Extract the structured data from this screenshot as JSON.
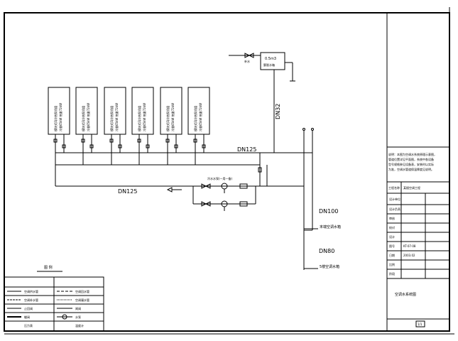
{
  "drawing": {
    "tank": {
      "capacity": "0.5m3",
      "name": "膨胀水箱"
    },
    "makeup_label": "补水",
    "riser_label": "DN32",
    "supply_pipe_label": "DN125",
    "return_pipe_label": "DN125",
    "pump_group_label": "冷水水泵(一用一备)",
    "chillers": [
      {
        "line1": "模块式风冷热泵机组",
        "line2": "冷量65kW 热量72kW"
      },
      {
        "line1": "模块式风冷热泵机组",
        "line2": "冷量65kW 热量72kW"
      },
      {
        "line1": "模块式风冷热泵机组",
        "line2": "冷量65kW 热量72kW"
      },
      {
        "line1": "模块式风冷热泵机组",
        "line2": "冷量65kW 热量72kW"
      },
      {
        "line1": "模块式风冷热泵机组",
        "line2": "冷量65kW 热量72kW"
      },
      {
        "line1": "模块式风冷热泵机组",
        "line2": "冷量65kW 热量72kW"
      }
    ],
    "branches": [
      {
        "size": "DN100",
        "label": "末端空调水箱"
      },
      {
        "size": "DN80",
        "label": "5楼空调水箱"
      }
    ]
  },
  "legend": {
    "title": "图 例",
    "rows": [
      {
        "left": "空调供水管",
        "right": "空调回水管"
      },
      {
        "left": "空调补水管",
        "right": "空调凝水管"
      },
      {
        "left": "止回阀",
        "right": "闸阀"
      },
      {
        "left": "蝶阀",
        "right": "水泵"
      },
      {
        "left": "压力表",
        "right": "温度计"
      }
    ]
  },
  "title_block": {
    "notes": [
      "说明：本图为空调水系统原理示意图，",
      "管道位置详见平面图，系统中各设备",
      "型号规格参见设备表，安装时以实际",
      "为准，空调水管道保温厚度见说明。"
    ],
    "project_label": "工程名称",
    "project_value": "某楼空调工程",
    "rows": [
      {
        "label": "设计单位",
        "value": ""
      },
      {
        "label": "设计负责",
        "value": ""
      },
      {
        "label": "审核",
        "value": ""
      },
      {
        "label": "校对",
        "value": ""
      },
      {
        "label": "设计",
        "value": ""
      },
      {
        "label": "图号",
        "value": "KT-07-08"
      },
      {
        "label": "日期",
        "value": "2003.02"
      },
      {
        "label": "比例",
        "value": ""
      },
      {
        "label": "阶段",
        "value": ""
      }
    ],
    "drawing_name": "空调水系统图",
    "sheet_box": "1/1"
  }
}
